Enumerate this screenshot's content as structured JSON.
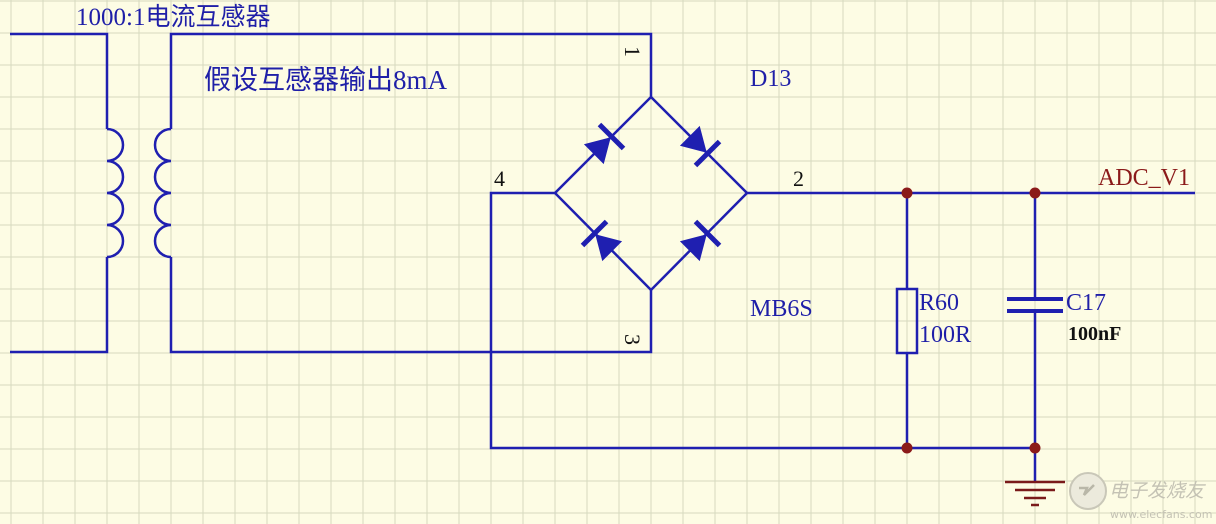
{
  "labels": {
    "ct_ratio": "1000:1电流互感器",
    "ct_assumption": "假设互感器输出8mA",
    "bridge_ref": "D13",
    "bridge_part": "MB6S",
    "pin1": "1",
    "pin2": "2",
    "pin3": "3",
    "pin4": "4",
    "net_name": "ADC_V1",
    "res_ref": "R60",
    "res_value": "100R",
    "cap_ref": "C17",
    "cap_value": "100nF"
  },
  "watermark": {
    "text": "电子发烧友",
    "url": "www.elecfans.com"
  },
  "colors": {
    "background": "#fdfce4",
    "grid": "#d6d9be",
    "wire": "#1f1fb0",
    "text": "#1f1fa8",
    "net_label": "#8b1a1a",
    "junction": "#8b1a1a",
    "ground": "#7a1a1a",
    "value_text": "#111111"
  }
}
